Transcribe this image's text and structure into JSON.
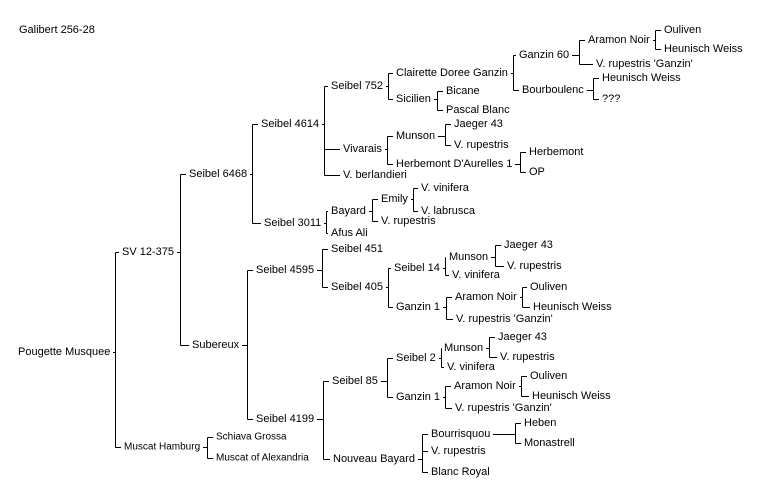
{
  "title": "Galibert 256-28",
  "tree": {
    "label": "Pougette Musquee",
    "children": [
      {
        "label": "SV 12-375",
        "children": [
          {
            "label": "Seibel 6468",
            "children": [
              {
                "label": "Seibel 4614",
                "children": [
                  {
                    "label": "Seibel 752",
                    "children": [
                      {
                        "label": "Clairette Doree Ganzin",
                        "children": [
                          {
                            "label": "Ganzin 60",
                            "children": [
                              {
                                "label": "Aramon Noir",
                                "children": [
                                  {
                                    "label": "Ouliven"
                                  },
                                  {
                                    "label": "Heunisch Weiss"
                                  }
                                ]
                              },
                              {
                                "label": "V. rupestris 'Ganzin'"
                              }
                            ]
                          },
                          {
                            "label": "Bourboulenc",
                            "children": [
                              {
                                "label": "Heunisch Weiss"
                              },
                              {
                                "label": "???"
                              }
                            ]
                          }
                        ]
                      },
                      {
                        "label": "Sicilien",
                        "children": [
                          {
                            "label": "Bicane"
                          },
                          {
                            "label": "Pascal Blanc"
                          }
                        ]
                      }
                    ]
                  },
                  {
                    "label": "Vivarais",
                    "children": [
                      {
                        "label": "Munson",
                        "children": [
                          {
                            "label": "Jaeger 43"
                          },
                          {
                            "label": "V. rupestris"
                          }
                        ]
                      },
                      {
                        "label": "Herbemont D'Aurelles 1",
                        "children": [
                          {
                            "label": "Herbemont"
                          },
                          {
                            "label": "OP"
                          }
                        ]
                      }
                    ]
                  },
                  {
                    "label": "V. berlandieri"
                  }
                ]
              },
              {
                "label": "Seibel 3011",
                "children": [
                  {
                    "label": "Bayard",
                    "children": [
                      {
                        "label": "Emily",
                        "children": [
                          {
                            "label": "V. vinifera"
                          },
                          {
                            "label": "V. labrusca"
                          }
                        ]
                      },
                      {
                        "label": "V. rupestris"
                      }
                    ]
                  },
                  {
                    "label": "Afus Ali"
                  }
                ]
              }
            ]
          },
          {
            "label": "Subereux",
            "children": [
              {
                "label": "Seibel 4595",
                "children": [
                  {
                    "label": "Seibel 451"
                  },
                  {
                    "label": "Seibel 405",
                    "children": [
                      {
                        "label": "Seibel 14",
                        "children": [
                          {
                            "label": "Munson",
                            "children": [
                              {
                                "label": "Jaeger 43"
                              },
                              {
                                "label": "V. rupestris"
                              }
                            ]
                          },
                          {
                            "label": "V. vinifera"
                          }
                        ]
                      },
                      {
                        "label": "Ganzin 1",
                        "children": [
                          {
                            "label": "Aramon Noir",
                            "children": [
                              {
                                "label": "Ouliven"
                              },
                              {
                                "label": "Heunisch Weiss"
                              }
                            ]
                          },
                          {
                            "label": "V. rupestris 'Ganzin'"
                          }
                        ]
                      }
                    ]
                  }
                ]
              },
              {
                "label": "Seibel 4199",
                "children": [
                  {
                    "label": "Seibel 85",
                    "children": [
                      {
                        "label": "Seibel 2",
                        "children": [
                          {
                            "label": "Munson",
                            "children": [
                              {
                                "label": "Jaeger 43"
                              },
                              {
                                "label": "V. rupestris"
                              }
                            ]
                          },
                          {
                            "label": "V. vinifera"
                          }
                        ]
                      },
                      {
                        "label": "Ganzin 1",
                        "children": [
                          {
                            "label": "Aramon Noir",
                            "children": [
                              {
                                "label": "Ouliven"
                              },
                              {
                                "label": "Heunisch Weiss"
                              }
                            ]
                          },
                          {
                            "label": "V. rupestris 'Ganzin'"
                          }
                        ]
                      }
                    ]
                  },
                  {
                    "label": "Nouveau Bayard",
                    "children": [
                      {
                        "label": "Bourrisquou",
                        "children": [
                          {
                            "label": "Heben"
                          },
                          {
                            "label": "Monastrell"
                          }
                        ]
                      },
                      {
                        "label": "V. rupestris"
                      },
                      {
                        "label": "Blanc Royal"
                      }
                    ]
                  }
                ]
              }
            ]
          }
        ]
      },
      {
        "label": "Muscat Hamburg",
        "children": [
          {
            "label": "Schiava Grossa"
          },
          {
            "label": "Muscat of Alexandria"
          }
        ]
      }
    ]
  }
}
